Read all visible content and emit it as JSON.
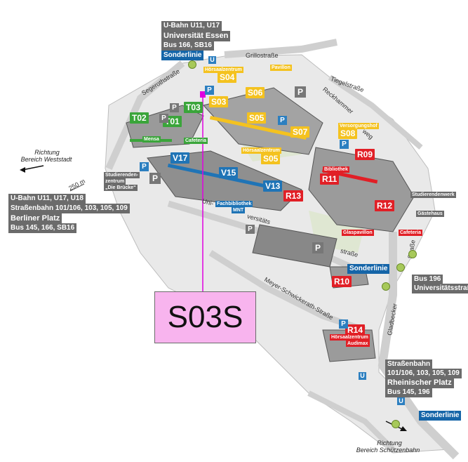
{
  "transit": {
    "top_line1": "U-Bahn U11, U17",
    "top_line2": "Universität Essen",
    "top_line3": "Bus 166, SB16",
    "top_special": "Sonderlinie",
    "left_line1": "U-Bahn U11, U17, U18",
    "left_line2": "Straßenbahn 101/106, 103, 105, 109",
    "left_line3": "Berliner Platz",
    "left_line4": "Bus 145, 166, SB16",
    "mid_special": "Sonderlinie",
    "right_line1": "Bus 196",
    "right_line2": "Universitätsstraße",
    "bottom_line1": "Straßenbahn",
    "bottom_line2": "101/106, 103, 105, 109",
    "bottom_line3": "Rheinischer Platz",
    "bottom_line4": "Bus 145, 196",
    "bottom_special": "Sonderlinie"
  },
  "buildings": {
    "t02": "T02",
    "t01": "T01",
    "t03": "T03",
    "s04": "S04",
    "s03": "S03",
    "s06": "S06",
    "s05a": "S05",
    "s07": "S07",
    "s08": "S08",
    "s05b": "S05",
    "v17": "V17",
    "v15": "V15",
    "v13": "V13",
    "r09": "R09",
    "r11": "R11",
    "r13": "R13",
    "r12": "R12",
    "r10": "R10",
    "r14": "R14"
  },
  "facilities": {
    "hoersaal_top": "Hörsaalzentrum",
    "pavillon": "Pavillon",
    "mensa": "Mensa",
    "cafeteria1": "Cafeteria",
    "hoersaal_mid": "Hörsaalzentrum",
    "versorgung": "Versorgungshof",
    "studierendenzentrum1": "Studierenden-",
    "studierendenzentrum2": "zentrum",
    "studierendenzentrum3": "„Die Brücke“",
    "fachbib1": "Fachbibliothek",
    "fachbib2": "MNT",
    "bibliothek": "Bibliothek",
    "studierendenwerk": "Studierendenwerk",
    "gaestehaus": "Gästehaus",
    "glaspavillon": "Glaspavillon",
    "cafeteria2": "Cafeteria",
    "hoersaal_r14a": "Hörsaalzentrum",
    "hoersaal_r14b": "Audimax"
  },
  "streets": {
    "grillo": "Grillostraße",
    "segeroth": "Segerothstraße",
    "tiegel": "Tiegelstraße",
    "reckhammer1": "Reckhammer",
    "reckhammer2": "weg",
    "uni1": "Uni-",
    "uni2": "versitäts",
    "uni3": "straße",
    "meyer": "Meyer-Schwickerath-Straße",
    "gladbecker": "Gladbecker",
    "strasse": "Straße",
    "scale": "250 m"
  },
  "directions": {
    "west1": "Richtung",
    "west2": "Bereich Weststadt",
    "south1": "Richtung",
    "south2": "Bereich Schützenbahn"
  },
  "callout": {
    "label": "S03S"
  },
  "colors": {
    "green": "#3aa53a",
    "yellow": "#f4c21f",
    "blue": "#1f74b6",
    "red": "#e11f26",
    "grey": "#6b6b6b",
    "highlight": "#f8b4ee",
    "marker": "#e000e0"
  }
}
